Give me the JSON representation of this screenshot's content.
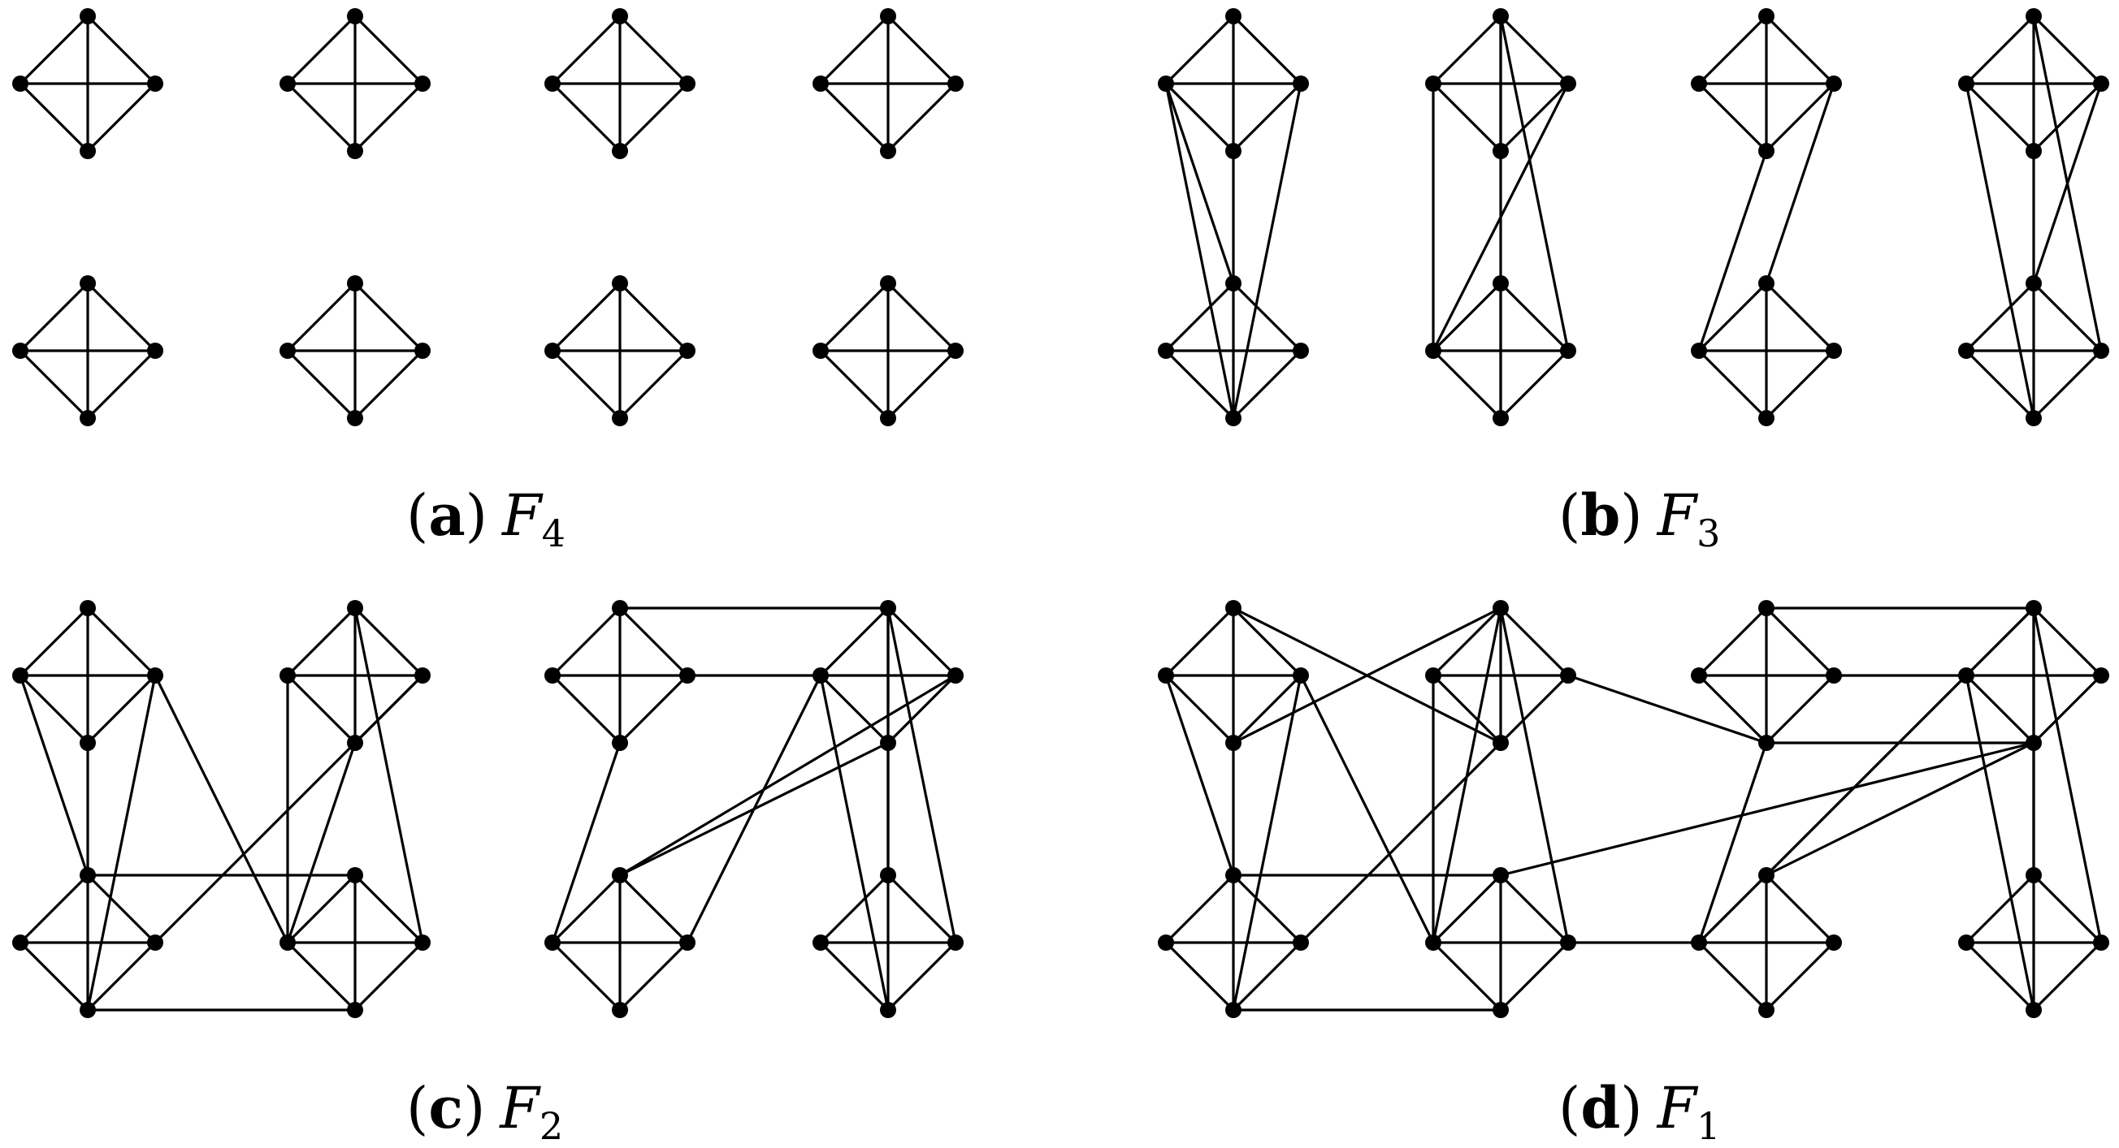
{
  "panels": [
    {
      "id": "a",
      "letter": "a",
      "name": "F",
      "sub": "4"
    },
    {
      "id": "b",
      "letter": "b",
      "name": "F",
      "sub": "3"
    },
    {
      "id": "c",
      "letter": "c",
      "name": "F",
      "sub": "2"
    },
    {
      "id": "d",
      "letter": "d",
      "name": "F",
      "sub": "1"
    }
  ],
  "colors": {
    "edge": "#000000",
    "vertex": "#000000",
    "background": "#ffffff"
  }
}
